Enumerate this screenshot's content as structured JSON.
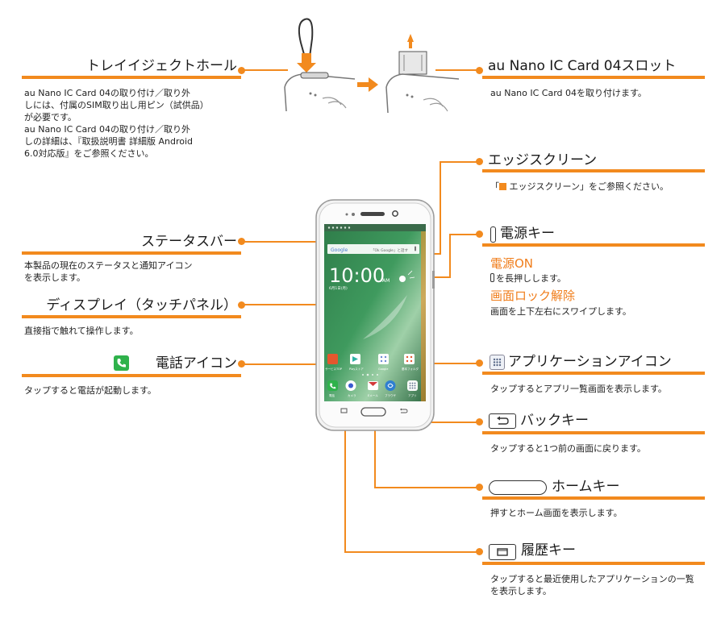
{
  "callouts": {
    "tray_eject": {
      "title": "トレイイジェクトホール",
      "desc": [
        "au Nano IC Card 04の取り付け／取り外",
        "しには、付属のSIM取り出し用ピン（試供品）",
        "が必要です。",
        "au Nano IC Card 04の取り付け／取り外",
        "しの詳細は、『取扱説明書 詳細版 Android",
        "6.0対応版』をご参照ください。"
      ]
    },
    "nano_slot": {
      "title": "au Nano IC Card 04スロット",
      "desc": "au Nano IC Card 04を取り付けます。"
    },
    "edge_screen": {
      "title": "エッジスクリーン",
      "desc_prefix": "「",
      "desc_suffix": " エッジスクリーン」をご参照ください。"
    },
    "status_bar": {
      "title": "ステータスバー",
      "desc": [
        "本製品の現在のステータスと通知アイコン",
        "を表示します。"
      ]
    },
    "power_key": {
      "title": "電源キー",
      "sub1_title": "電源ON",
      "sub1_desc": "を長押しします。",
      "sub2_title": "画面ロック解除",
      "sub2_desc": "画面を上下左右にスワイプします。"
    },
    "display": {
      "title": "ディスプレイ（タッチパネル）",
      "desc": "直接指で触れて操作します。"
    },
    "phone_icon": {
      "title": "電話アイコン",
      "desc": "タップすると電話が起動します。"
    },
    "app_icon": {
      "title": "アプリケーションアイコン",
      "desc": "タップするとアプリ一覧画面を表示します。"
    },
    "back_key": {
      "title": "バックキー",
      "desc": "タップすると1つ前の画面に戻ります。"
    },
    "home_key": {
      "title": "ホームキー",
      "desc": "押すとホーム画面を表示します。"
    },
    "recent_key": {
      "title": "履歴キー",
      "desc": [
        "タップすると最近使用したアプリケーションの一覧",
        "を表示します。"
      ]
    }
  },
  "phone_screen": {
    "search_brand": "Google",
    "search_hint": "「Ok Google」と話す",
    "clock": "10:00",
    "am": "AM",
    "date": "6月1日(月)",
    "apps_row1": [
      "サービスTOP",
      "Playストア",
      "Google",
      "基本フォルダ"
    ],
    "apps_row2": [
      "電話",
      "カメラ",
      "Eメール",
      "ブラウザ",
      "アプリ"
    ]
  },
  "colors": {
    "accent": "#f28a1e",
    "accent_text": "#f07e1c",
    "phone_green": "#2fb24b"
  }
}
